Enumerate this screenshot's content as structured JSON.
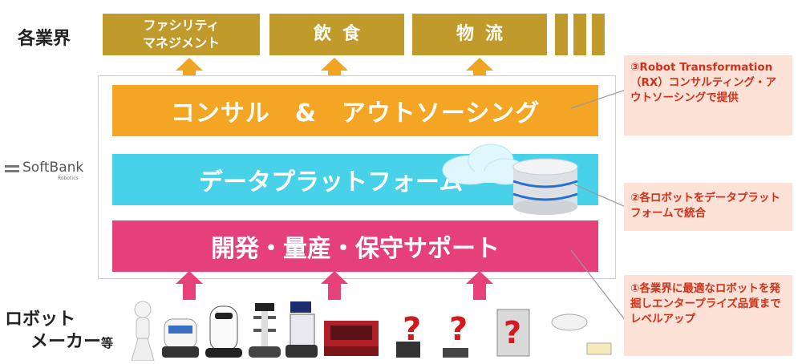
{
  "industries": {
    "label": "各業界",
    "facility_line1": "ファシリティ",
    "facility_line2": "マネジメント",
    "food": "飲食",
    "logistics": "物流"
  },
  "layers": {
    "consulting": "コンサル　&　アウトソーシング",
    "data_platform": "データプラットフォーム",
    "development": "開発・量産・保守サポート"
  },
  "logo": {
    "name": "SoftBank",
    "sub": "Robotics"
  },
  "callouts": {
    "c3": "③Robot Transformation（RX）コンサルティング・アウトソーシングで提供",
    "c2": "②各ロボットをデータプラットフォームで統合",
    "c1": "①各業界に最適なロボットを発掘しエンタープライズ品質までレベルアップ"
  },
  "makers": {
    "line1": "ロボット",
    "line2": "メーカー",
    "suffix": "等"
  },
  "colors": {
    "gold": "#c19a2c",
    "orange": "#f3a523",
    "cyan": "#48d2ea",
    "pink": "#e6407a",
    "callout_bg": "#fbe1d6",
    "callout_text": "#d0311a"
  }
}
